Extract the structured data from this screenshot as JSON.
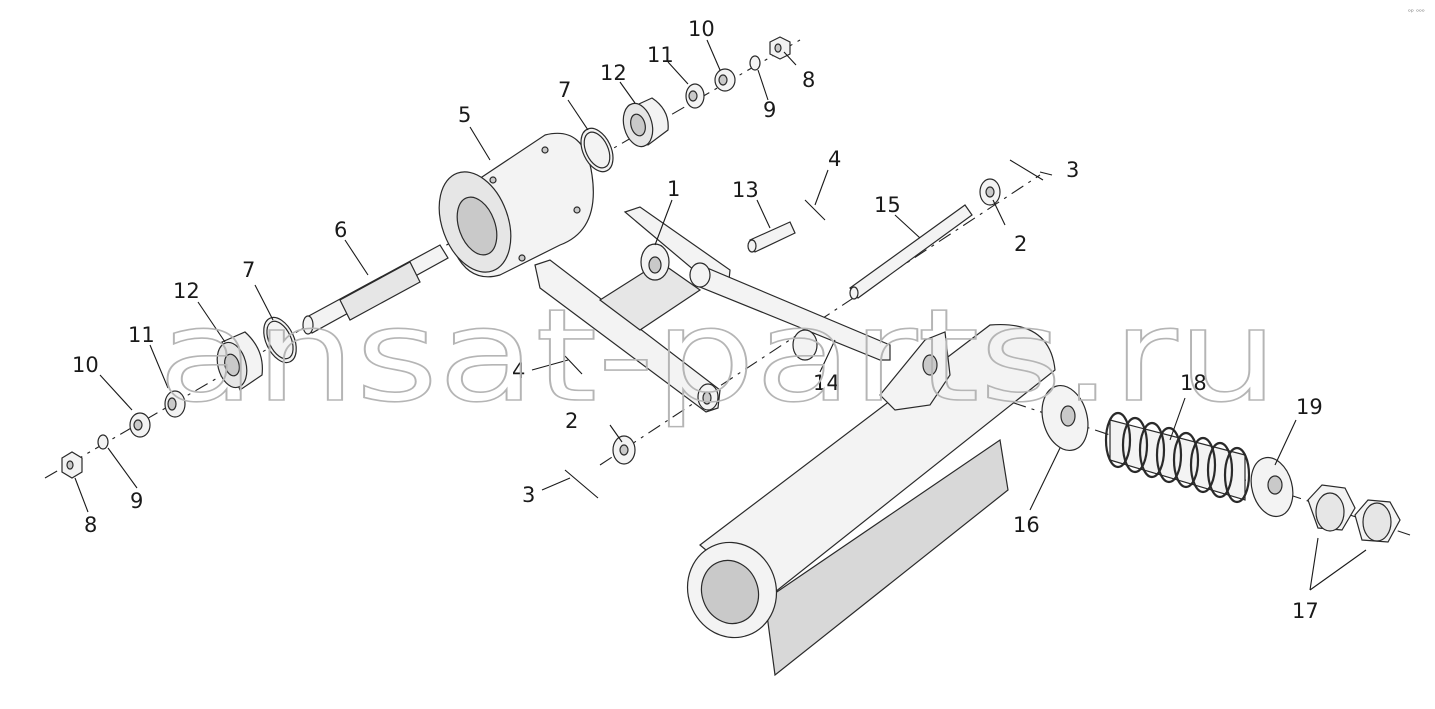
{
  "watermark": "ansat-parts.ru",
  "corner_mark": "ᵒᵖ ᵒᵒᵒ",
  "labels": {
    "p1": "1",
    "p2_top": "2",
    "p2_bottom": "2",
    "p3_top": "3",
    "p3_bottom": "3",
    "p4_top": "4",
    "p4_bottom": "4",
    "p5": "5",
    "p6": "6",
    "p7_top": "7",
    "p7_bottom": "7",
    "p8_top": "8",
    "p8_bottom": "8",
    "p9_top": "9",
    "p9_bottom": "9",
    "p10_top": "10",
    "p10_bottom": "10",
    "p11_top": "11",
    "p11_bottom": "11",
    "p12_top": "12",
    "p12_bottom": "12",
    "p13": "13",
    "p14": "14",
    "p15": "15",
    "p16": "16",
    "p17": "17",
    "p18": "18",
    "p19": "19"
  },
  "colors": {
    "line": "#1a1a1a",
    "part_fill": "#f3f3f3",
    "shade": "#d8d8d8",
    "watermark": "#b5b5b5"
  }
}
